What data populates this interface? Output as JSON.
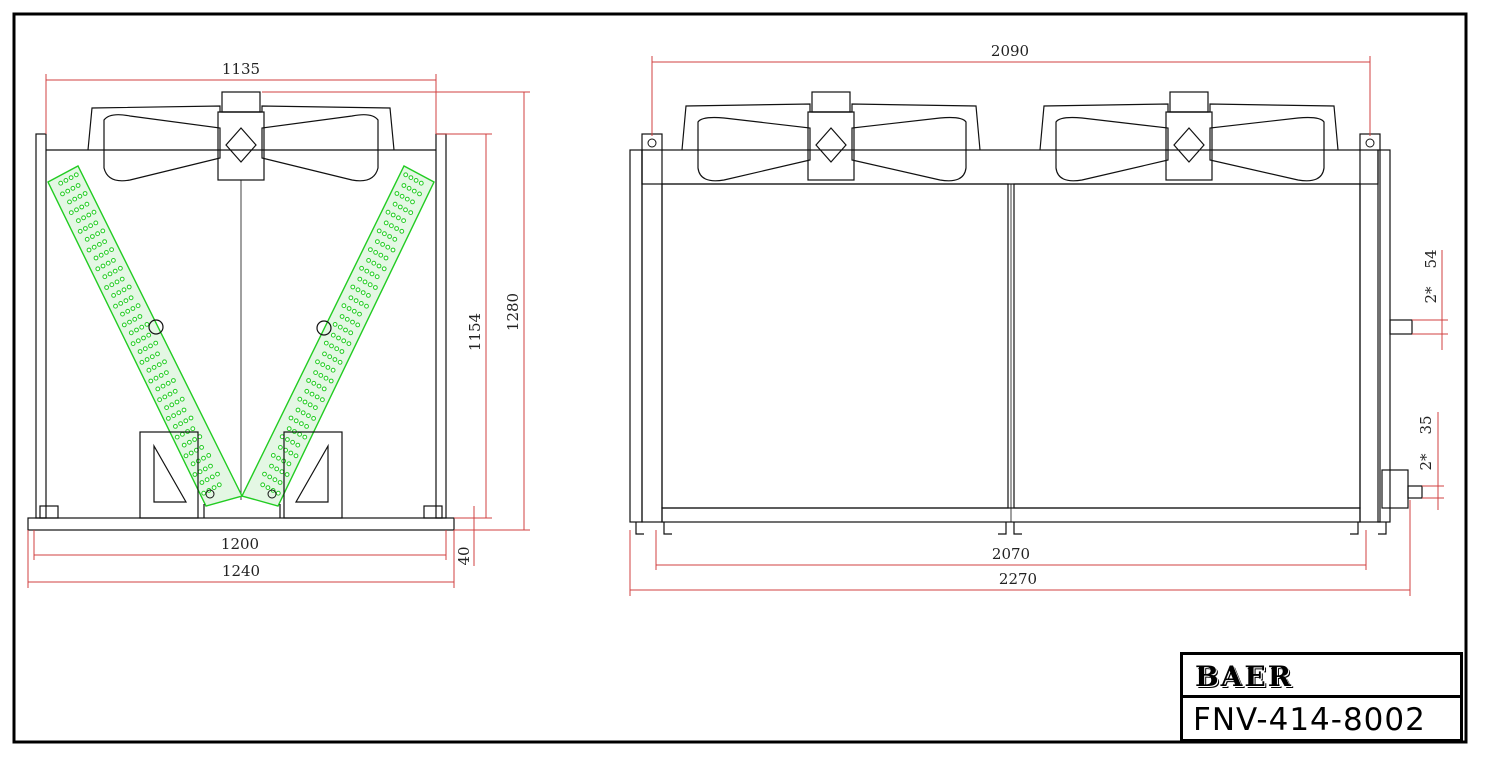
{
  "drawing": {
    "side_view": {
      "dims": {
        "top_width": "1135",
        "inner_width": "1200",
        "outer_width": "1240",
        "height_inner": "1154",
        "height_outer": "1280",
        "foot_height": "40"
      }
    },
    "front_view": {
      "dims": {
        "top_width": "2090",
        "inner_width": "2070",
        "outer_width": "2270",
        "connection_upper": "54",
        "connection_upper_qty": "2*",
        "connection_lower": "35",
        "connection_lower_qty": "2*"
      }
    },
    "title_block": {
      "brand": "BAER",
      "model_code": "FNV-414-8002"
    }
  }
}
